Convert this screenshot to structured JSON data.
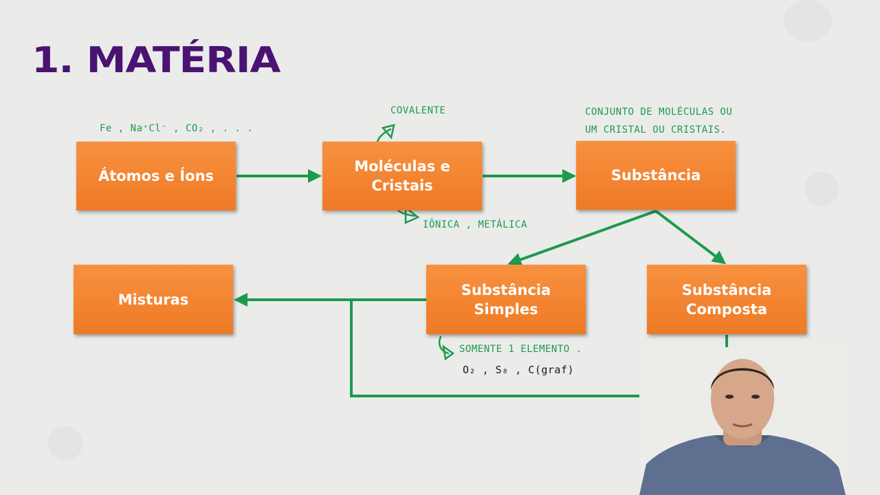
{
  "title": "1. MATÉRIA",
  "boxes": {
    "atomos": "Átomos e Íons",
    "moleculas": "Moléculas e\nCristais",
    "substancia": "Substância",
    "misturas": "Misturas",
    "simples": "Substância\nSimples",
    "composta": "Substância\nComposta"
  },
  "notes": {
    "examples": "Fe , Na⁺Cl⁻ , CO₂ , . . .",
    "covalente": "COVALENTE",
    "ionica": "IÔNICA , METÁLICA",
    "conjunto": "CONJUNTO DE MOLÉCULAS OU\nUM CRISTAL OU CRISTAIS.",
    "somente": "SOMENTE 1 ELEMENTO .",
    "simple_examples": "O₂ , S₈ , C(graf)"
  },
  "colors": {
    "title": "#4a1372",
    "box": "#f28430",
    "arrow": "#1c9a4e",
    "background": "#ebebea"
  }
}
